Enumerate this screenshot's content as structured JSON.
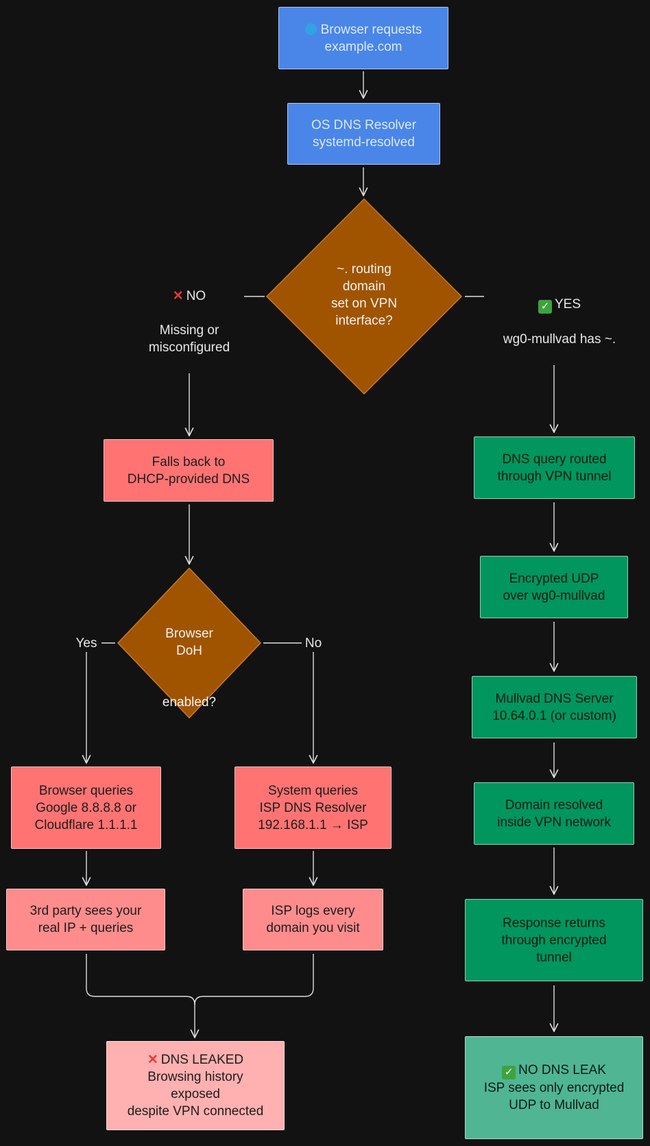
{
  "nodes": {
    "browser_request": {
      "line1": "Browser requests",
      "line2": "example.com"
    },
    "os_resolver": {
      "text": "OS DNS Resolver\n  systemd-resolved"
    },
    "routing_domain": {
      "text": "~. routing\ndomain\n set on VPN\ninterface?"
    },
    "falls_back": {
      "text": "Falls back to\n DHCP-provided DNS"
    },
    "browser_doh": {
      "line1": "Browser\nDoH",
      "line2": "enabled?"
    },
    "browser_queries": {
      "text": "Browser queries\n Google 8.8.8.8 or\n Cloudflare 1.1.1.1"
    },
    "system_queries": {
      "text": "System queries\n ISP DNS Resolver\n192.168.1.1 → ISP"
    },
    "third_party": {
      "text": "3rd party sees your\n  real IP + queries"
    },
    "isp_logs": {
      "text": "ISP logs every\n domain you visit"
    },
    "dns_leaked": {
      "title": "DNS LEAKED",
      "body": "Browsing history\n exposed\n despite VPN connected"
    },
    "vpn_routed": {
      "text": "DNS query routed\n through VPN tunnel"
    },
    "encrypted_udp": {
      "text": "Encrypted UDP\n over wg0-mullvad"
    },
    "mullvad_server": {
      "text": "Mullvad DNS Server\n 10.64.0.1 (or custom)"
    },
    "resolved_inside": {
      "text": "Domain resolved\n inside VPN network"
    },
    "response_returns": {
      "text": "Response returns\n through encrypted\n tunnel"
    },
    "no_leak": {
      "title": "NO DNS LEAK",
      "body": "ISP sees only encrypted\n UDP to Mullvad"
    }
  },
  "edge_labels": {
    "no_title": "NO",
    "no_body": "Missing or\nmisconfigured",
    "yes_title": "YES",
    "yes_body": "wg0-mullvad has ~.",
    "doh_yes": "Yes",
    "doh_no": "No"
  },
  "colors": {
    "blue": "#4a86e8",
    "decision": "#a05400",
    "red": "#ff7373",
    "salmon": "#ff8c8c",
    "pink": "#ffb0b0",
    "green": "#00965e",
    "green_light": "#4fb592",
    "edge": "#e0e0e0"
  },
  "icons": {
    "browser_request": "globe-icon",
    "no_branch": "cross-mark-icon",
    "yes_branch": "check-mark-icon",
    "dns_leaked": "cross-mark-icon",
    "no_leak": "check-mark-icon"
  }
}
